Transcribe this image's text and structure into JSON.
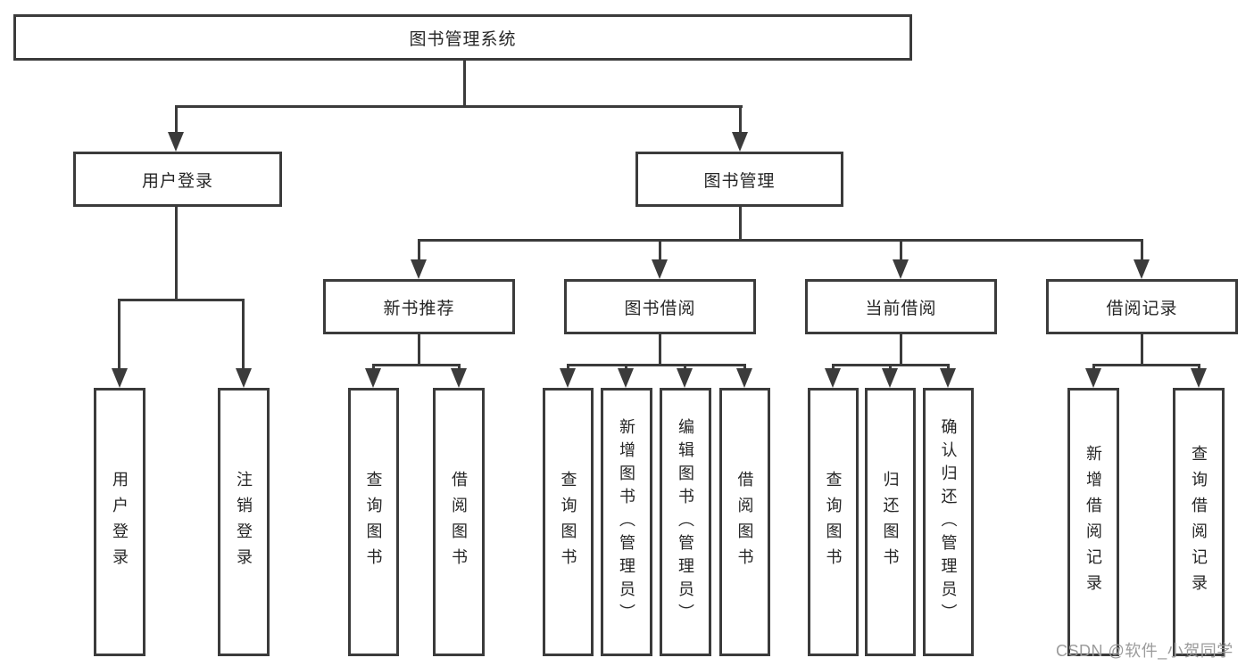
{
  "tree": {
    "root": {
      "label": "图书管理系统"
    },
    "branches": [
      {
        "label": "用户登录",
        "children": [
          {
            "label": "用户登录"
          },
          {
            "label": "注销登录"
          }
        ]
      },
      {
        "label": "图书管理",
        "children": [
          {
            "label": "新书推荐",
            "children": [
              {
                "label": "查询图书"
              },
              {
                "label": "借阅图书"
              }
            ]
          },
          {
            "label": "图书借阅",
            "children": [
              {
                "label": "查询图书"
              },
              {
                "label": "新增图书（管理员）"
              },
              {
                "label": "编辑图书（管理员）"
              },
              {
                "label": "借阅图书"
              }
            ]
          },
          {
            "label": "当前借阅",
            "children": [
              {
                "label": "查询图书"
              },
              {
                "label": "归还图书"
              },
              {
                "label": "确认归还（管理员）"
              }
            ]
          },
          {
            "label": "借阅记录",
            "children": [
              {
                "label": "新增借阅记录"
              },
              {
                "label": "查询借阅记录"
              }
            ]
          }
        ]
      }
    ]
  },
  "watermark": {
    "text": "CSDN @软件_小贺同学"
  },
  "colors": {
    "line": "#3b3b3b",
    "text": "#262626",
    "watermark": "#9b9b9b",
    "background": "#ffffff"
  }
}
